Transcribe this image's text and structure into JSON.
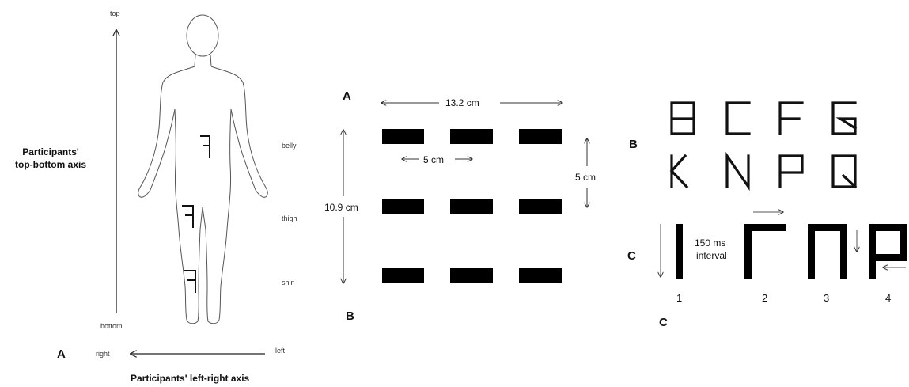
{
  "panel1": {
    "axis_vertical_label_line1": "Participants'",
    "axis_vertical_label_line2": "top-bottom axis",
    "axis_horizontal_label": "Participants' left-right axis",
    "top": "top",
    "bottom": "bottom",
    "right": "right",
    "left": "left",
    "letter": "A",
    "sites": [
      "belly",
      "thigh",
      "shin"
    ]
  },
  "panel2": {
    "letter_top": "A",
    "letter_bottom": "B",
    "width": "13.2 cm",
    "height": "10.9 cm",
    "h_spacing": "5 cm",
    "v_spacing": "5 cm"
  },
  "panel3": {
    "letter_b": "B",
    "letters_row1": [
      "B",
      "C",
      "F",
      "G"
    ],
    "letters_row2": [
      "K",
      "N",
      "P",
      "Q"
    ],
    "letter_c": "C",
    "interval_line1": "150 ms",
    "interval_line2": "interval",
    "steps": [
      "1",
      "2",
      "3",
      "4"
    ],
    "letter_c_bottom": "C"
  }
}
